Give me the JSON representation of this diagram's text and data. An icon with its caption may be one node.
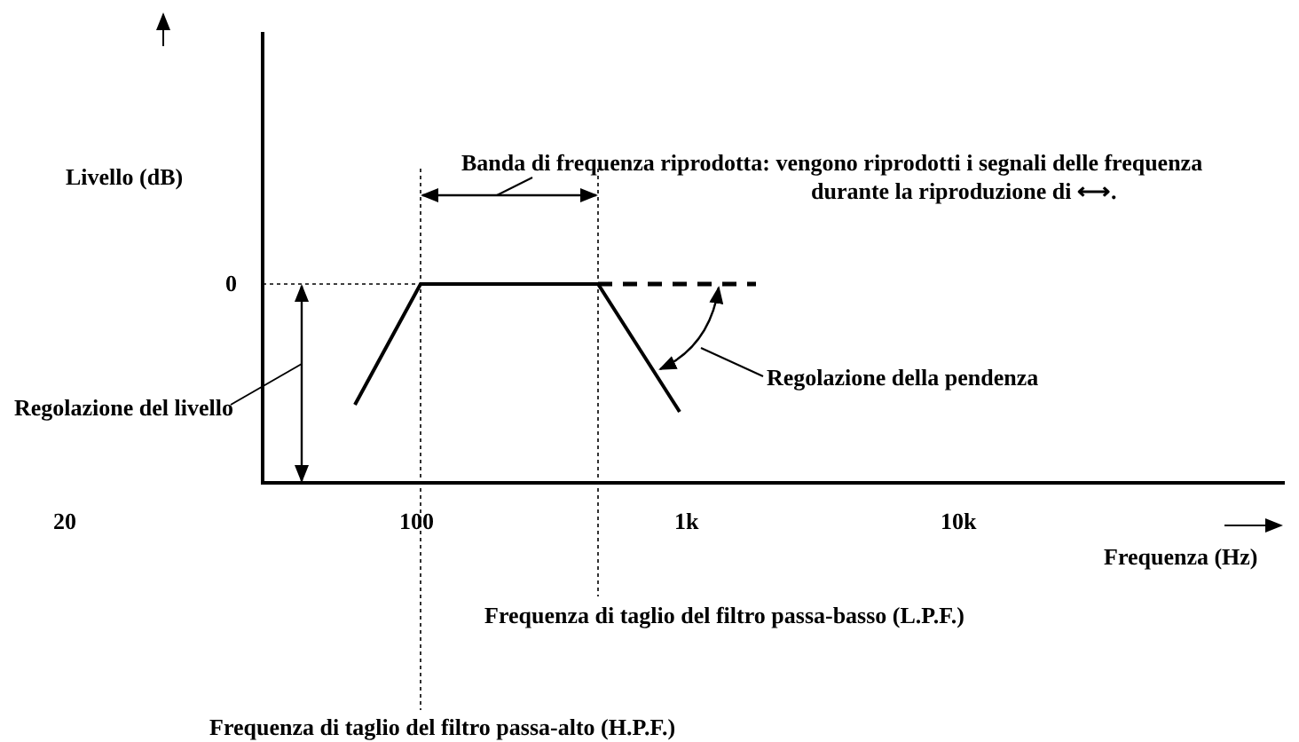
{
  "diagram": {
    "nodes": [
      {
        "text": [
          "Banda di frequenza riprodotta: vengono riprodotti i segnali delle frequenza durante la riproduzione di ⟷."
        ]
      },
      {
        "text": [
          "Regolazione del livello"
        ]
      },
      {
        "text": [
          "Regolazione della pendenza"
        ]
      }
    ],
    "edges": [
      {
        "from": 0,
        "to": null,
        "arrow": "none"
      },
      {
        "from": 1,
        "to": null,
        "arrow": "none"
      },
      {
        "from": 2,
        "to": null,
        "arrow": "none"
      }
    ],
    "labels": [
      "Livello (dB)",
      "0",
      "20",
      "100",
      "1k",
      "10k",
      "Frequenza (Hz)",
      "Frequenza di taglio del filtro passa-basso (L.P.F.)",
      "Frequenza di taglio del filtro passa-alto (H.P.F.)"
    ]
  }
}
